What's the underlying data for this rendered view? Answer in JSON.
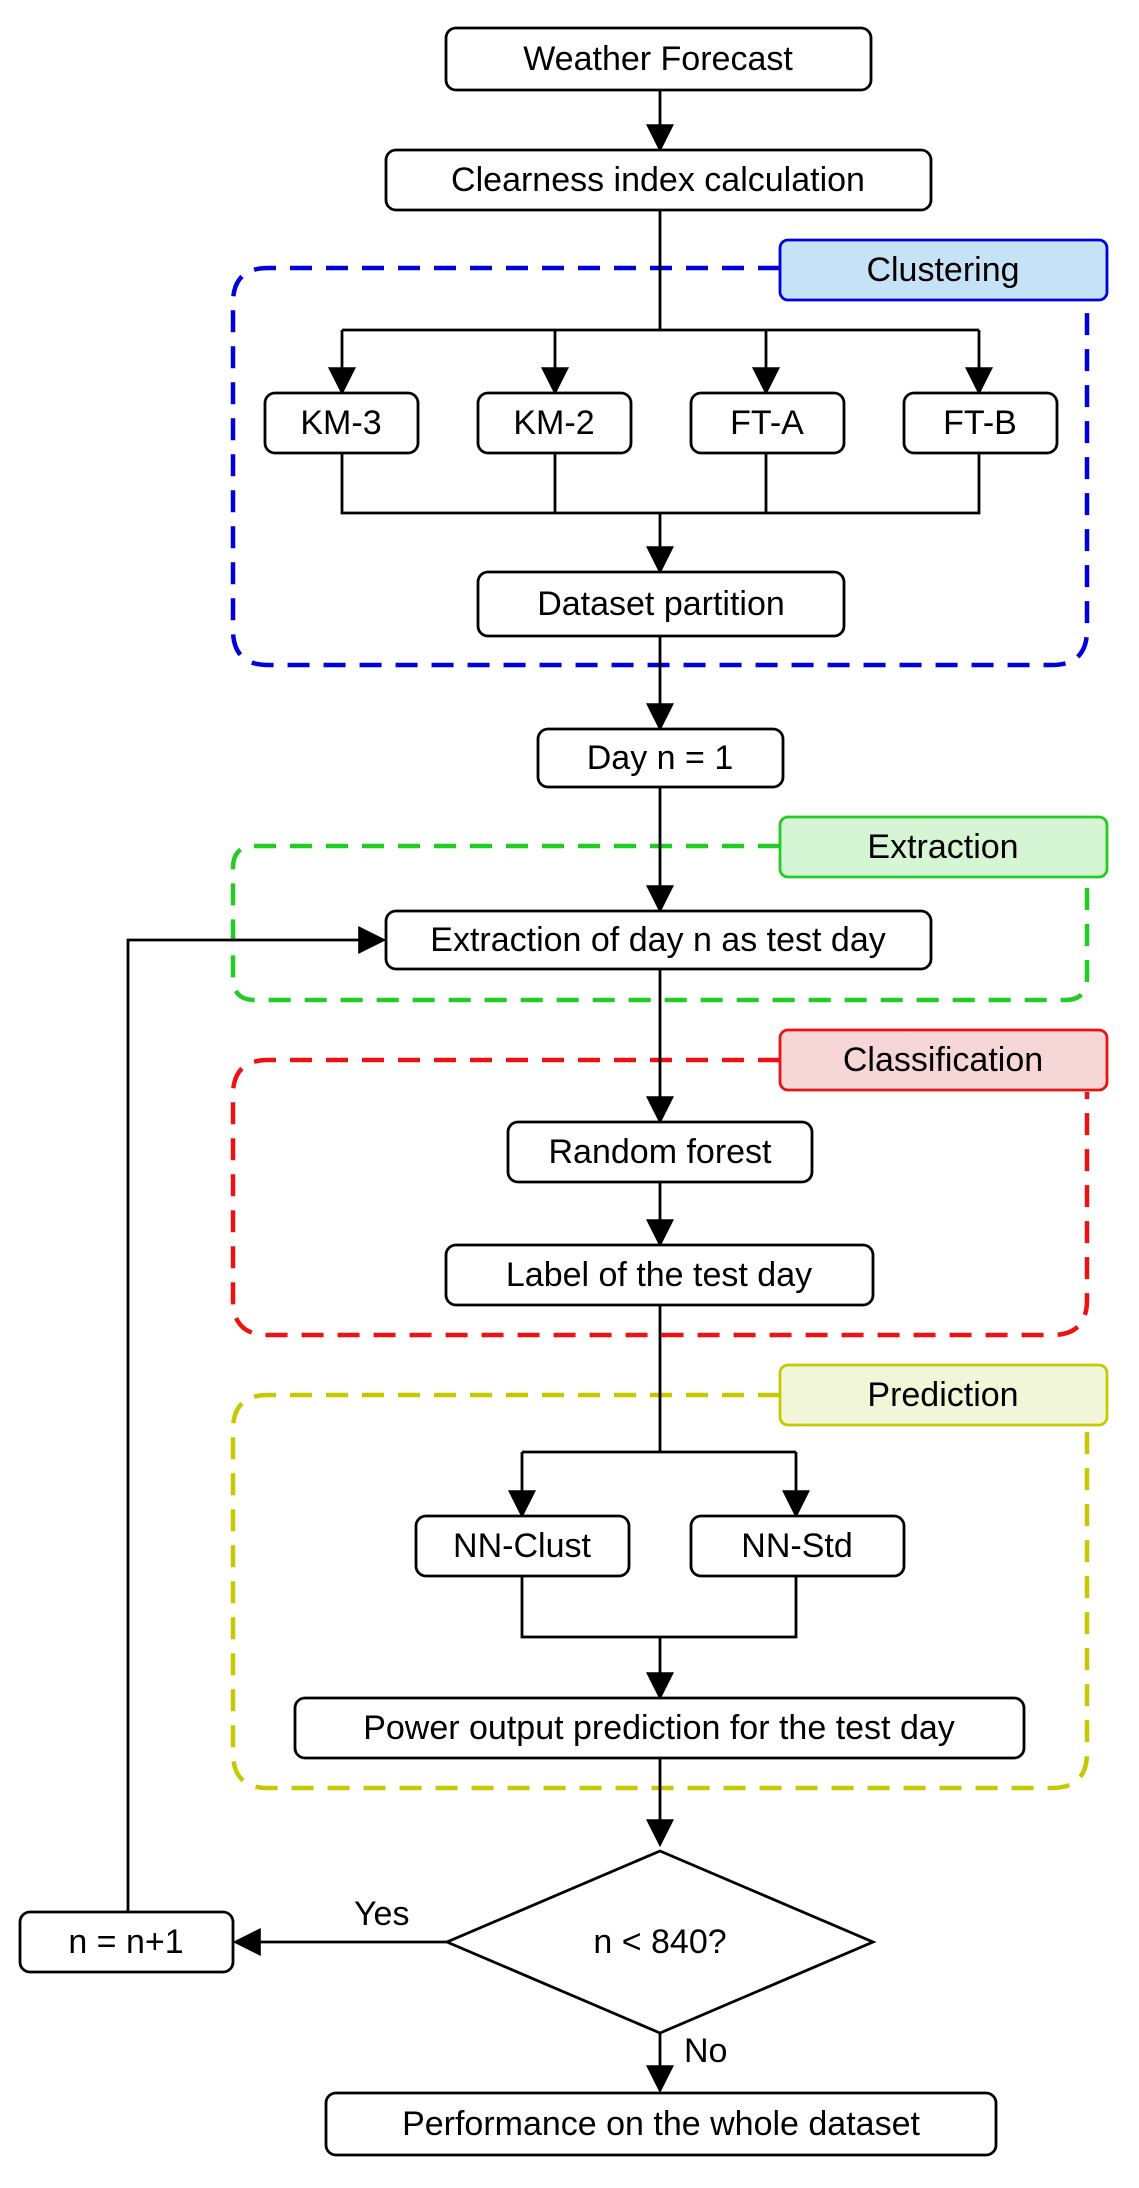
{
  "colors": {
    "clustering": {
      "stroke": "#0000dd",
      "fill": "#c6e2f6"
    },
    "extraction": {
      "stroke": "#22cc22",
      "fill": "#d5f5d5"
    },
    "classification": {
      "stroke": "#ee1111",
      "fill": "#f6d6d6"
    },
    "prediction": {
      "stroke": "#c8c800",
      "fill": "#f2f6d8"
    }
  },
  "groups": {
    "clustering": "Clustering",
    "extraction": "Extraction",
    "classification": "Classification",
    "prediction": "Prediction"
  },
  "nodes": {
    "weather_forecast": "Weather Forecast",
    "clearness_index": "Clearness index calculation",
    "km3": "KM-3",
    "km2": "KM-2",
    "fta": "FT-A",
    "ftb": "FT-B",
    "dataset_partition": "Dataset partition",
    "day_n": "Day n = 1",
    "extraction_day": "Extraction of day n as test day",
    "random_forest": "Random forest",
    "label_test_day": "Label of the test day",
    "nn_clust": "NN-Clust",
    "nn_std": "NN-Std",
    "power_prediction": "Power output prediction for the test day",
    "decision": "n < 840?",
    "increment": "n = n+1",
    "performance": "Performance on the whole dataset"
  },
  "edge_labels": {
    "yes": "Yes",
    "no": "No"
  }
}
